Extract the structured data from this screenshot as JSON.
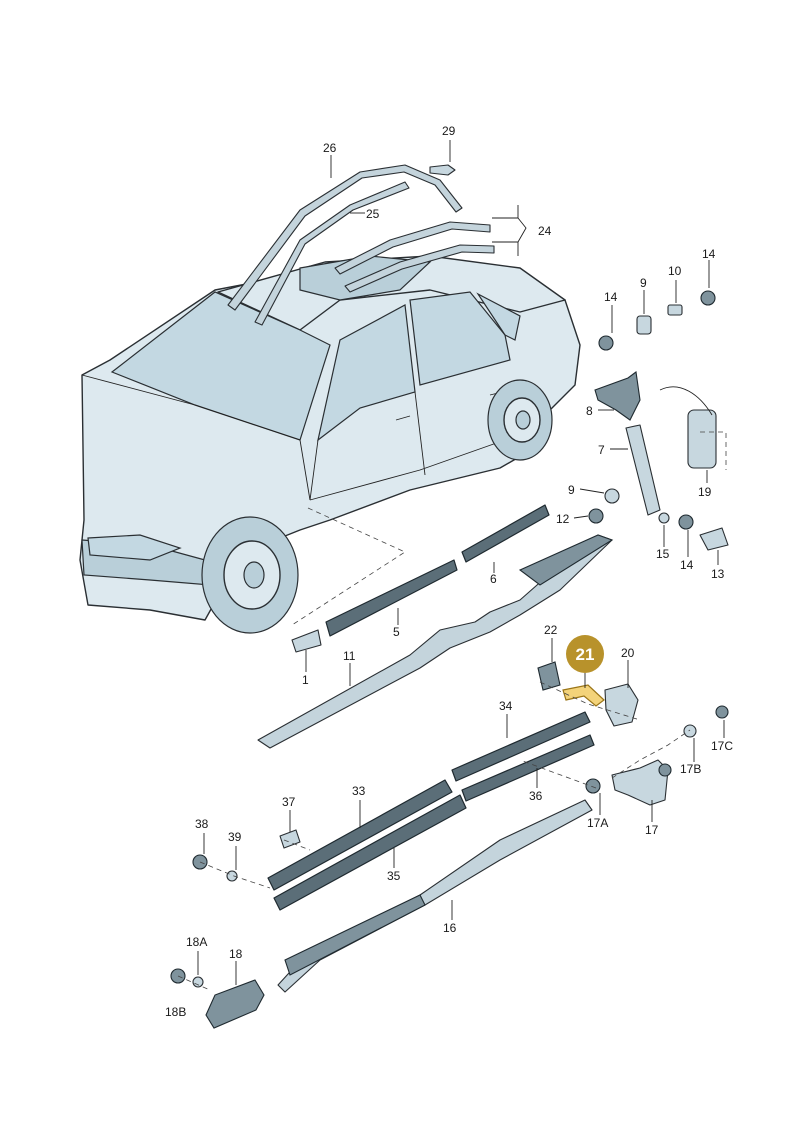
{
  "callouts": {
    "p1": "1",
    "p5": "5",
    "p6": "6",
    "p7": "7",
    "p8": "8",
    "p9a": "9",
    "p9b": "9",
    "p10": "10",
    "p11": "11",
    "p12": "12",
    "p13": "13",
    "p14a": "14",
    "p14b": "14",
    "p14c": "14",
    "p15": "15",
    "p16": "16",
    "p17": "17",
    "p17A": "17A",
    "p17B": "17B",
    "p17C": "17C",
    "p18": "18",
    "p18A": "18A",
    "p18B": "18B",
    "p19": "19",
    "p20": "20",
    "p21": "21",
    "p22": "22",
    "p24": "24",
    "p25": "25",
    "p26": "26",
    "p29": "29",
    "p33": "33",
    "p34": "34",
    "p35": "35",
    "p36": "36",
    "p37": "37",
    "p38": "38",
    "p39": "39"
  },
  "highlight_color": "#b8922b",
  "highlighted_part": "21"
}
